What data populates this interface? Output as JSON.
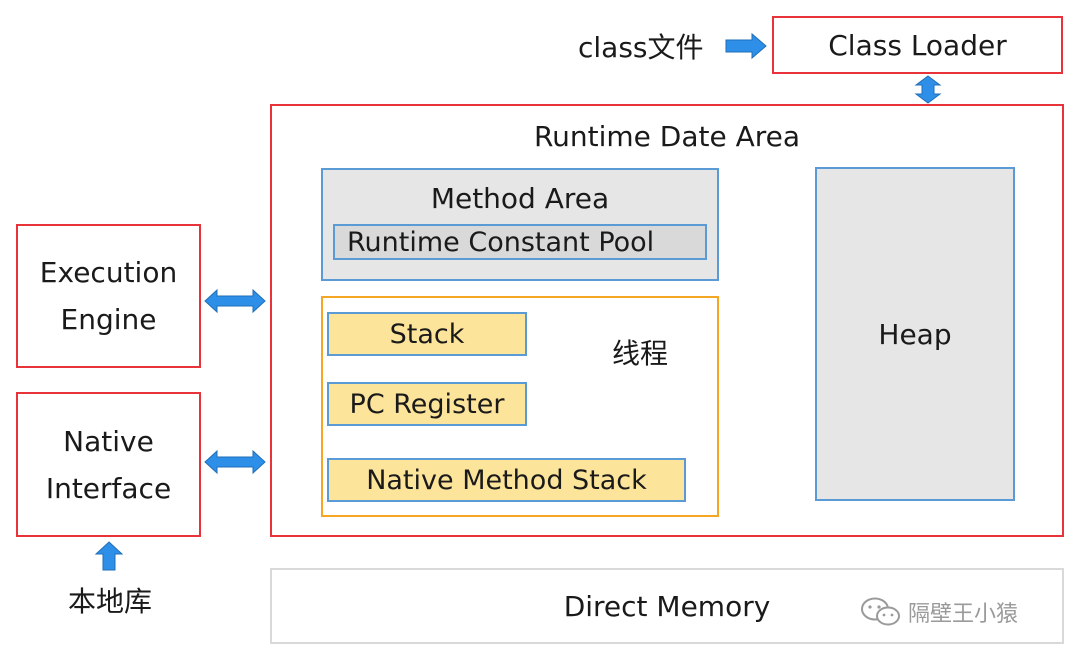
{
  "class_file": "class文件",
  "class_loader": "Class Loader",
  "runtime_area": {
    "title": "Runtime Date Area",
    "method_area": {
      "title": "Method Area",
      "constant_pool": "Runtime Constant Pool"
    },
    "thread": {
      "label": "线程",
      "stack": "Stack",
      "pc_register": "PC Register",
      "native_method_stack": "Native Method Stack"
    },
    "heap": "Heap"
  },
  "execution_engine": [
    "Execution",
    "Engine"
  ],
  "native_interface": [
    "Native",
    "Interface"
  ],
  "local_library": "本地库",
  "direct_memory": "Direct Memory",
  "watermark": "隔壁王小猿",
  "colors": {
    "red_border": "#e8333b",
    "blue_border": "#5b9bd5",
    "orange_border": "#f5a623",
    "yellow_fill": "#fde49b",
    "gray_fill": "#e6e6e6",
    "arrow_blue": "#2e8fe8"
  }
}
